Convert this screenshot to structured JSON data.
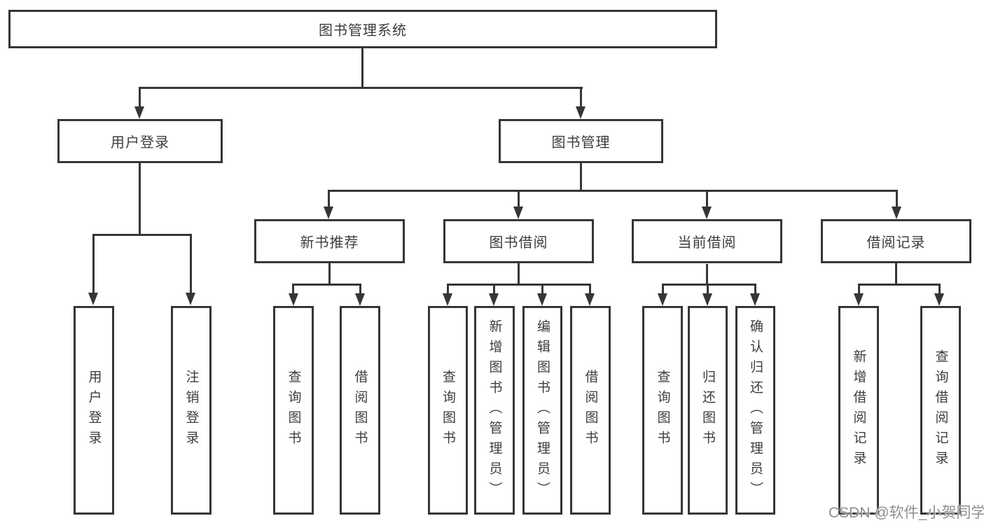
{
  "diagram": {
    "root": {
      "label": "图书管理系统"
    },
    "login_branch": {
      "label": "用户登录",
      "children": [
        {
          "label": "用户登录"
        },
        {
          "label": "注销登录"
        }
      ]
    },
    "mgmt_branch": {
      "label": "图书管理",
      "sections": [
        {
          "label": "新书推荐",
          "children": [
            {
              "label": "查询图书"
            },
            {
              "label": "借阅图书"
            }
          ]
        },
        {
          "label": "图书借阅",
          "children": [
            {
              "label": "查询图书"
            },
            {
              "label": "新增图书（管理员）"
            },
            {
              "label": "编辑图书（管理员）"
            },
            {
              "label": "借阅图书"
            }
          ]
        },
        {
          "label": "当前借阅",
          "children": [
            {
              "label": "查询图书"
            },
            {
              "label": "归还图书"
            },
            {
              "label": "确认归还（管理员）"
            }
          ]
        },
        {
          "label": "借阅记录",
          "children": [
            {
              "label": "新增借阅记录"
            },
            {
              "label": "查询借阅记录"
            }
          ]
        }
      ]
    }
  },
  "watermark": {
    "text": "CSDN @软件_小贺同学"
  },
  "colors": {
    "line": "#363636",
    "box_border": "#363636",
    "box_fill": "#ffffff",
    "text": "#3d3d3d",
    "watermark": "#8f8f8f"
  }
}
